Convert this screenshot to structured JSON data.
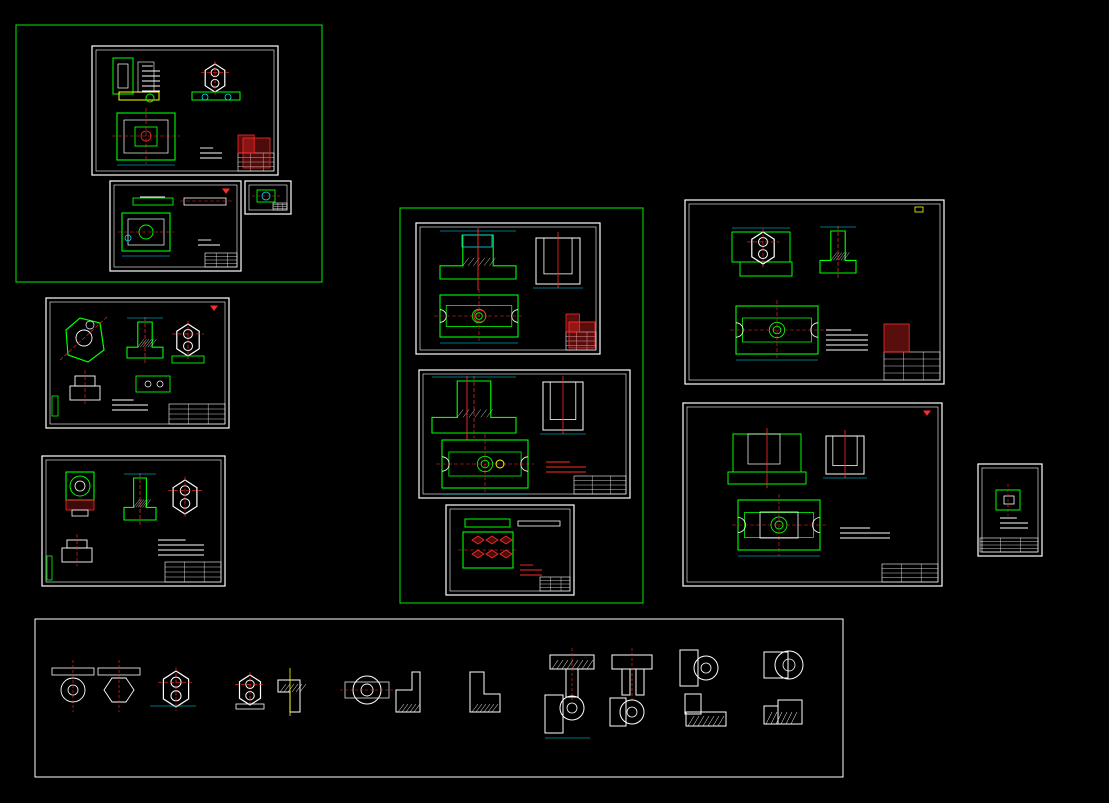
{
  "viewer": {
    "background": "#000000",
    "colors": {
      "group_frame": "#00c800",
      "sheet_border": "#ffffff",
      "geometry": "#00ff00",
      "detail": "#ffffff",
      "centerline": "#ff2a2a",
      "dimension": "#00e5ff",
      "hatch": "#ffffff",
      "accent": "#ffff00"
    }
  },
  "drawing_groups": [
    {
      "id": "group-top-left",
      "sheets": 3
    },
    {
      "id": "group-center",
      "sheets": 3
    },
    {
      "id": "group-bottom-detail-strip",
      "sheets": 0
    }
  ],
  "sheets": [
    {
      "id": "sheet-a1-assembly"
    },
    {
      "id": "sheet-a2-fixture"
    },
    {
      "id": "sheet-a3-small"
    },
    {
      "id": "sheet-b1-part"
    },
    {
      "id": "sheet-b2-part"
    },
    {
      "id": "sheet-c1-fixture-body"
    },
    {
      "id": "sheet-c2-fixture-body"
    },
    {
      "id": "sheet-c3-plate"
    },
    {
      "id": "sheet-d1-bracket"
    },
    {
      "id": "sheet-d2-bracket"
    },
    {
      "id": "sheet-e1-small"
    }
  ],
  "detail_strip": {
    "view_count": 14
  }
}
